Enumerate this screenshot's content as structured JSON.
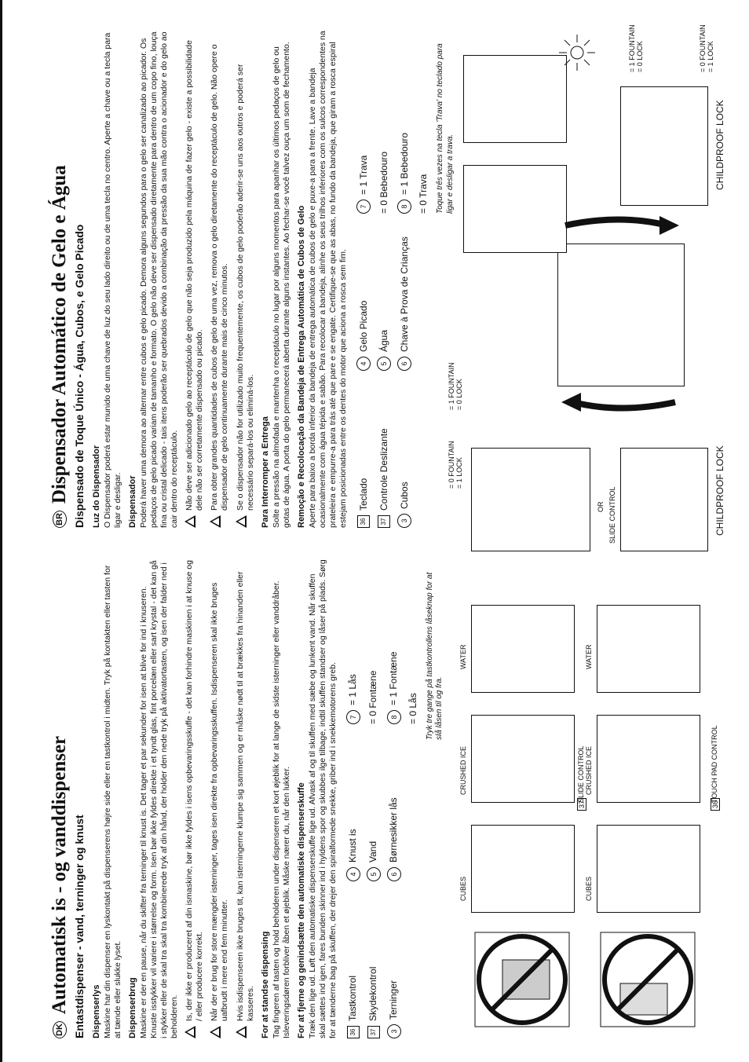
{
  "dk": {
    "badge": "DK",
    "title": "Automatisk is - og vanddispenser",
    "subtitle": "Entastdispenser - vand, terninger og knust",
    "light_head": "Dispenserlys",
    "light_text": "Maskine har din dispenser en lyskontakt på dispenserens højre side eller en tastkontrol i midten. Tryk på kontakten eller tasten for at tænde eller slukke lyset.",
    "use_head": "Dispenserbrug",
    "use_text": "Maskine er der en pause, når du skifter fra terninger til knust is. Det tager et par sekunder for isen at blive for ind i knuseren. Knuste isstykker vil variere i størrelse og form. Isen bør ikke fyldes direkte i et tyndt glas, fint porcelæn eller sart krystal - det kan gå i stykker eller de skal tra skal tra kombinerede tryk af din hånd, der holder den nede tryk på aktivatortasten, og isen der falder ned i beholderen.",
    "warn1": "Is, der ikke er produceret af din ismaskine, bør ikke fyldes i isens opbevaringsskuffe - det kan forhindre maskinen i at knuse og / eller producere korrekt.",
    "warn2": "Når der er brug for store mængder isterninger, tages isen direkte fra opbevaringsskuffen. Isdispenseren skal ikke bruges uafbrudt i mere end fem minutter.",
    "warn3": "Hvis isdispenseren ikke bruges tit, kan isterningerne klumpe sig sammen og er måske nødt til at brækkes fra hinanden eller kasseres.",
    "stop_head": "For at standse dispensing",
    "stop_text": "Tag fingeren af tasten og hold beholderen under dispenseren et kort øjeblik for at lange de sidste isterninger eller vanddråber. Isleveringsdøren forbliver åben et øjeblik. Måske nærer du, når den lukker.",
    "tray_head": "For at fjerne og genindsætte den automatiske dispenserskuffe",
    "tray_text": "Træk den lige ud. Løft den automatiske dispenserskuffe lige ud. Afvask af og til skuffen med sæbe og lunkent vand. Når skuffen skal sættes ind igen, fares bunden skinner ind i hyldens spor og skubbes ilge tilbage, indtil skuffen standser og låser på plads. Sørg for at tænderne bag på skuffen, der drejer den spiralformede snekke, griber ind i snekkemotorens greb.",
    "legend": [
      {
        "k": "36",
        "t": "Tastkontrol"
      },
      {
        "k": "4",
        "t": "Knust is"
      },
      {
        "k": "7",
        "t": "= 1 Lås"
      },
      {
        "k": "37",
        "t": "Skydekontrol"
      },
      {
        "k": "5",
        "t": "Vand"
      },
      {
        "k": "",
        "t": "= 0 Fontæne"
      },
      {
        "k": "3",
        "t": "Terninger"
      },
      {
        "k": "6",
        "t": "Børnesikker lås"
      },
      {
        "k": "8",
        "t": "= 1 Fontæne"
      },
      {
        "k": "",
        "t": ""
      },
      {
        "k": "",
        "t": ""
      },
      {
        "k": "",
        "t": "= 0 Lås"
      }
    ],
    "note": "Tryk tre gange på tastkontrollens låseknap for at slå låsen til og fra."
  },
  "br": {
    "badge": "BR",
    "title": "Dispensador Automático de Gelo e Água",
    "subtitle": "Dispensado de Toque Único - Água, Cubos, e Gelo Picado",
    "light_head": "Luz do Dispensador",
    "light_text": "O Dispensador poderá estar munido de uma chave de luz do seu lado direito ou de uma tecla no centro. Aperte a chave ou a tecla para ligar e desligar.",
    "use_head": "Dispensador",
    "use_text": "Poderá haver uma demora ao alternar entre cubos e gelo picado. Demora alguns segundos para o gelo ser canalizado ao picador. Os pedaços de gelo picado variam de tamanho e formato. O gelo não deve ser dispensado diretamente para dentro de um copo fino, louça fina ou cristal delicado - tais itens poderão ser quebrados devido a combinação da pressão da sua mão contra o acionador e do gelo ao cair dentro do receptáculo.",
    "warn1": "Não deve ser adicionado gelo ao receptáculo de gelo que não seja produzido pela máquina de fazer gelo - existe a possibilidade dele não ser corretamente dispensado ou picado.",
    "warn2": "Para obter grandes quantidades de cubos de gelo de uma vez, remova o gelo diretamente do receptáculo de gelo. Não opere o dispensador de gelo continuamente durante mais de cinco minutos.",
    "warn3": "Se o dispensador não for utilizado muito frequentemente, os cubos de gelo poderão aderir-se uns aos outros e poderá ser necessário separá-los ou eliminá-los.",
    "stop_head": "Para Interromper a Entrega",
    "stop_text": "Solte a pressão na almofada e mantenha o receptáculo no lugar por alguns momentos para apanhar os últimos pedaços de gelo ou gotas de água. A porta do gelo permanecerá aberta durante alguns instantes. Ao fechar-se você talvez ouça um som de fechamento.",
    "tray_head": "Remoção e Recolocação da Bandeja de Entrega Automática de Cubos de Gelo",
    "tray_text": "Aperte para baixo a borda inferior da bandeja de entrega automática de cubos de gelo e puxe-a para a frente. Lave a bandeja ocasionalmente com água tépida e sabão. Para recolocar a bandeja, alinhe os seus trilhos inferiores com os sulcos correspondentes na prateleira e empurre-a para trás até que pare e se engate. Certifique-se que as abas, no fundo da bandeja, que giram a rosca espiral estejam posicionadas entre os dentes do motor que aciona a rosca sem fim.",
    "legend": [
      {
        "k": "36",
        "t": "Teclado"
      },
      {
        "k": "4",
        "t": "Gelo Picado"
      },
      {
        "k": "7",
        "t": "= 1 Trava"
      },
      {
        "k": "37",
        "t": "Controle Deslizante"
      },
      {
        "k": "5",
        "t": "Água"
      },
      {
        "k": "",
        "t": "= 0 Bebedouro"
      },
      {
        "k": "3",
        "t": "Cubos"
      },
      {
        "k": "6",
        "t": "Chave à Prova de Crianças"
      },
      {
        "k": "8",
        "t": "= 1 Bebedouro"
      },
      {
        "k": "",
        "t": ""
      },
      {
        "k": "",
        "t": ""
      },
      {
        "k": "",
        "t": "= 0 Trava"
      }
    ],
    "note": "Toque três vezes na tecla 'Trava' no teclado para ligar e desligar a trava."
  },
  "labels": {
    "cubes": "CUBES",
    "touch_pad": "TOUCH PAD CONTROL",
    "crushed": "CRUSHED ICE",
    "slide": "SLIDE CONTROL",
    "water": "WATER",
    "childproof": "CHILDPROOF LOCK",
    "or": "OR",
    "lock1": "= 1 LOCK",
    "fount0": "= 0 FOUNTAIN",
    "lock0": "= 0 LOCK",
    "fount1": "= 1 FOUNTAIN",
    "n36": "36",
    "n37": "37",
    "c3": "3",
    "c4": "4",
    "c5": "5",
    "c6": "6",
    "c7": "7",
    "c8": "8"
  }
}
